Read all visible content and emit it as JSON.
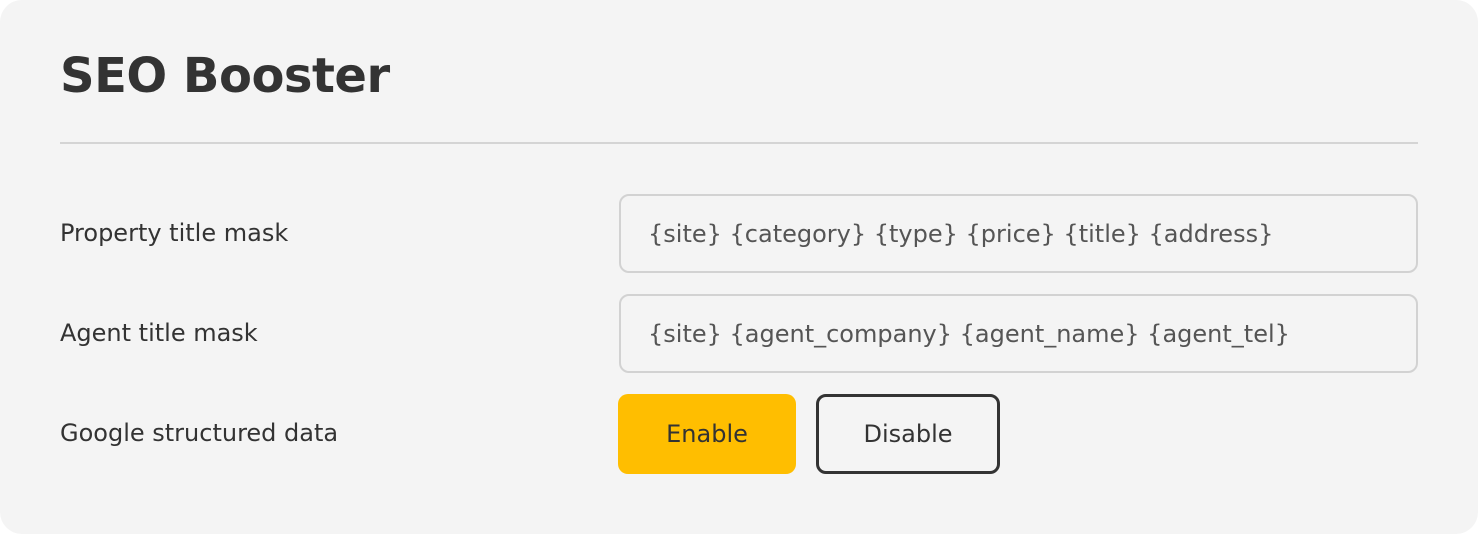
{
  "panel": {
    "title": "SEO Booster"
  },
  "settings": {
    "property_title_mask": {
      "label": "Property title mask",
      "value": "{site} {category} {type} {price} {title} {address}"
    },
    "agent_title_mask": {
      "label": "Agent title mask",
      "value": "{site} {agent_company} {agent_name} {agent_tel}"
    },
    "google_structured_data": {
      "label": "Google structured data",
      "enable_label": "Enable",
      "disable_label": "Disable",
      "selected": "Enable"
    }
  },
  "colors": {
    "panel_background": "#f4f4f4",
    "accent_yellow": "#ffbe00",
    "text": "#333333",
    "input_border": "#d2d2d2"
  }
}
